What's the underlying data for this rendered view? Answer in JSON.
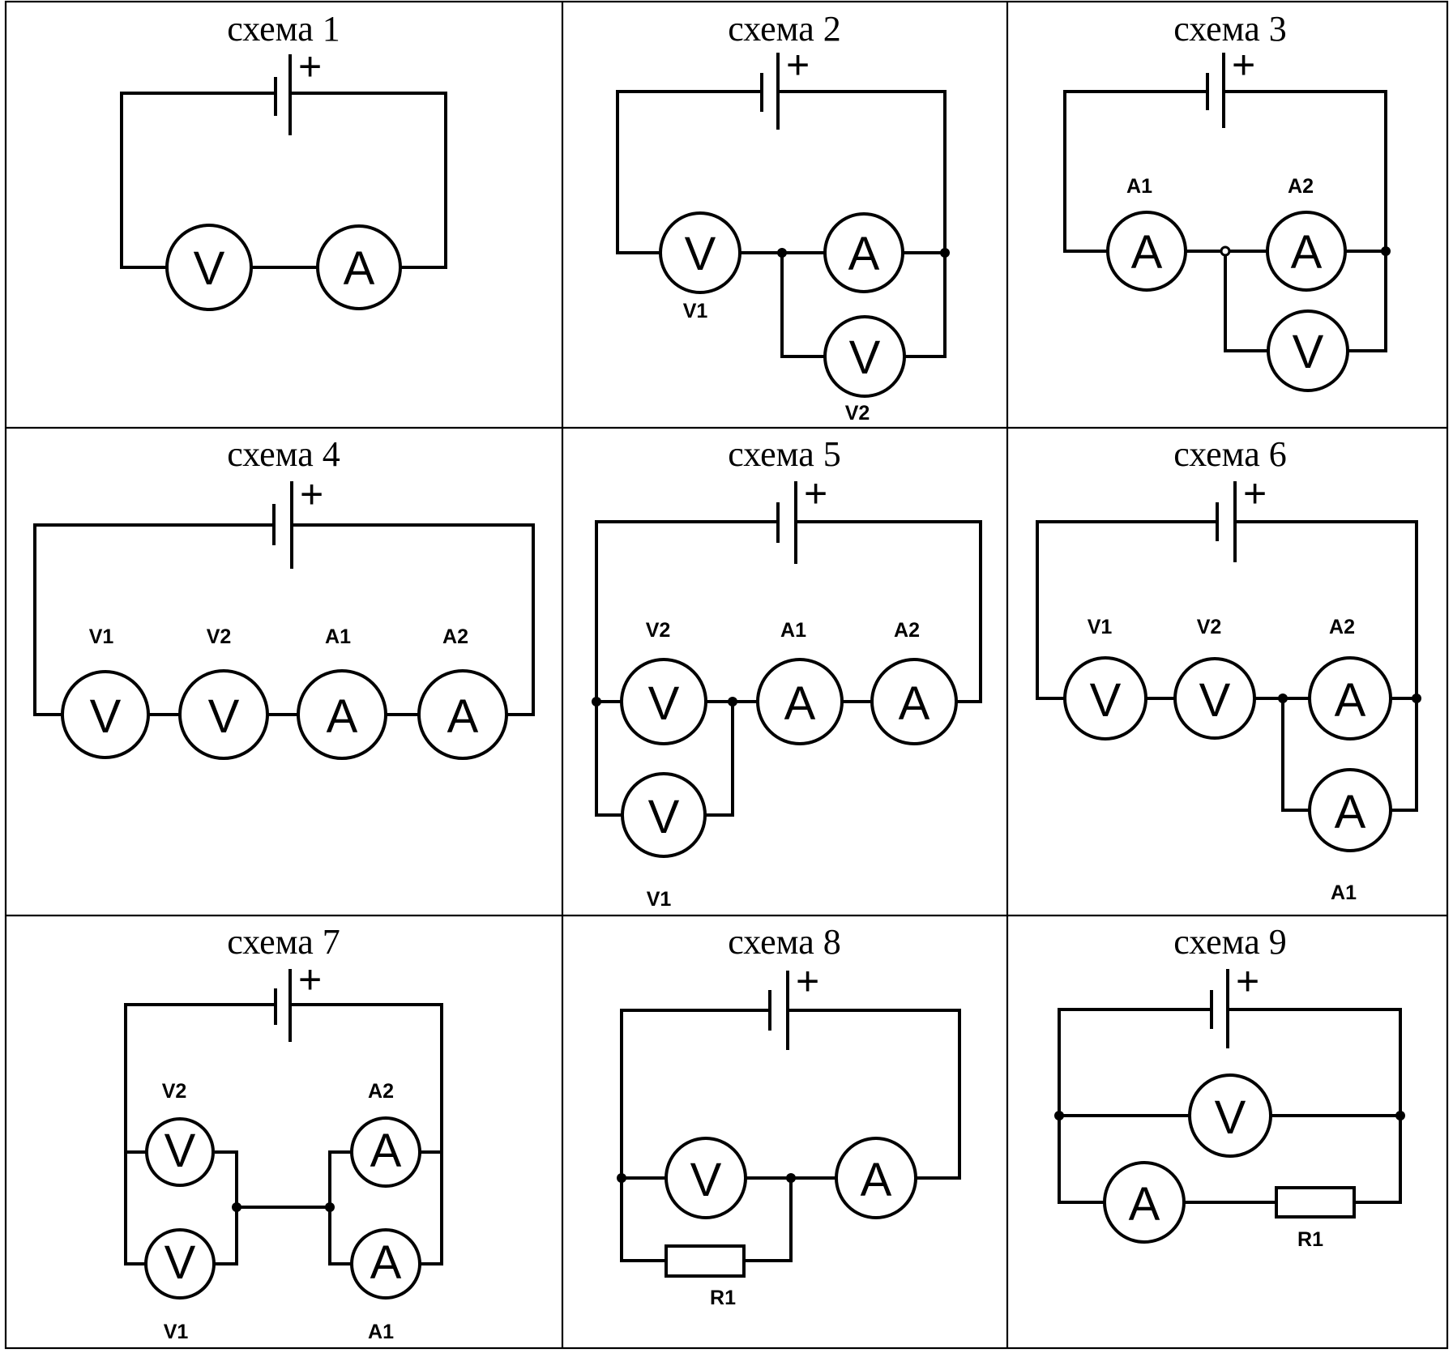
{
  "figure_type": "table of circuit schematics",
  "schemes": [
    {
      "title": "схема 1",
      "battery_polarity": "+",
      "meters": [
        {
          "symbol": "V"
        },
        {
          "symbol": "A"
        }
      ]
    },
    {
      "title": "схема 2",
      "battery_polarity": "+",
      "meters": [
        {
          "symbol": "V",
          "label": "V1"
        },
        {
          "symbol": "A"
        },
        {
          "symbol": "V",
          "label": "V2"
        }
      ]
    },
    {
      "title": "схема 3",
      "battery_polarity": "+",
      "meters": [
        {
          "symbol": "A",
          "label": "A1"
        },
        {
          "symbol": "A",
          "label": "A2"
        },
        {
          "symbol": "V"
        }
      ]
    },
    {
      "title": "схема 4",
      "battery_polarity": "+",
      "meters": [
        {
          "symbol": "V",
          "label": "V1"
        },
        {
          "symbol": "V",
          "label": "V2"
        },
        {
          "symbol": "A",
          "label": "A1"
        },
        {
          "symbol": "A",
          "label": "A2"
        }
      ]
    },
    {
      "title": "схема 5",
      "battery_polarity": "+",
      "meters": [
        {
          "symbol": "V",
          "label": "V2"
        },
        {
          "symbol": "A",
          "label": "A1"
        },
        {
          "symbol": "A",
          "label": "A2"
        },
        {
          "symbol": "V",
          "label": "V1"
        }
      ]
    },
    {
      "title": "схема 6",
      "battery_polarity": "+",
      "meters": [
        {
          "symbol": "V",
          "label": "V1"
        },
        {
          "symbol": "V",
          "label": "V2"
        },
        {
          "symbol": "A",
          "label": "A2"
        },
        {
          "symbol": "A",
          "label": "A1"
        }
      ]
    },
    {
      "title": "схема 7",
      "battery_polarity": "+",
      "meters": [
        {
          "symbol": "V",
          "label": "V2"
        },
        {
          "symbol": "A",
          "label": "A2"
        },
        {
          "symbol": "V",
          "label": "V1"
        },
        {
          "symbol": "A",
          "label": "A1"
        }
      ]
    },
    {
      "title": "схема 8",
      "battery_polarity": "+",
      "meters": [
        {
          "symbol": "V"
        },
        {
          "symbol": "A"
        }
      ],
      "resistor_label": "R1"
    },
    {
      "title": "схема 9",
      "battery_polarity": "+",
      "meters": [
        {
          "symbol": "V"
        },
        {
          "symbol": "A"
        }
      ],
      "resistor_label": "R1"
    }
  ]
}
